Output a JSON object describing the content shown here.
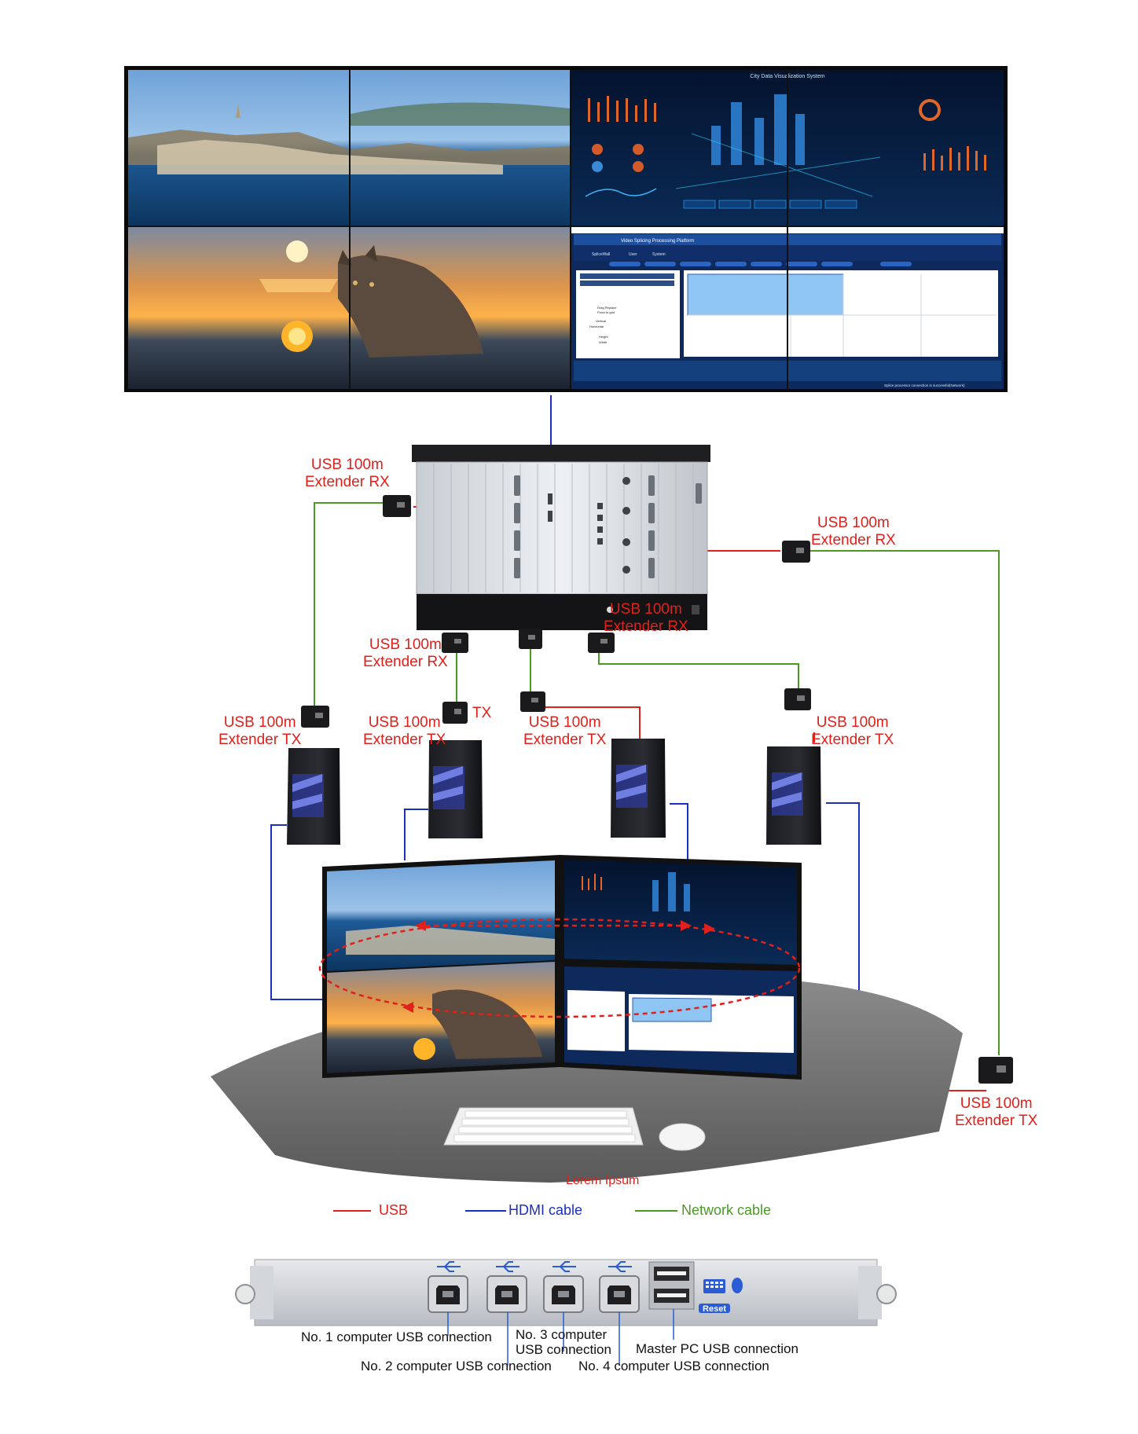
{
  "labels": {
    "rx_left": [
      "USB 100m",
      "Extender RX"
    ],
    "rx_right": [
      "USB 100m",
      "Extender RX"
    ],
    "rx_mid_left": [
      "USB 100m",
      "Extender RX"
    ],
    "rx_mid_right": [
      "USB 100m",
      "Extender RX"
    ],
    "tx_1": [
      "USB 100m",
      "Extender TX"
    ],
    "tx_2": [
      "USB 100m",
      "Extender TX"
    ],
    "tx_tag": "TX",
    "tx_3": [
      "USB 100m",
      "Extender TX"
    ],
    "tx_4": [
      "USB 100m",
      "Extender TX"
    ],
    "tx_master": [
      "USB 100m",
      "Extender TX"
    ],
    "desk_caption": "Lorem Ipsum"
  },
  "legend": {
    "usb": "USB",
    "hdmi": "HDMI cable",
    "network": "Network cable",
    "colors": {
      "usb": "#e0201b",
      "hdmi": "#1b2fc0",
      "network": "#4a9a24"
    }
  },
  "video_wall": {
    "dashboard_title": "City Data Visualization System",
    "platform_window_title": "Video Splicing Processing Platform",
    "platform_tabs": [
      "SpliceWall",
      "User",
      "System"
    ],
    "panel_items": [
      "Drag Replace",
      "Fixed to grid"
    ],
    "panel_fields": [
      "Vertical",
      "Horizontal",
      "Height",
      "Width"
    ],
    "status_text": "Splice processor connection is successful(Network)"
  },
  "card": {
    "reset_label": "Reset",
    "port1": "No. 1 computer USB connection",
    "port2": "No. 2 computer USB connection",
    "port3": [
      "No. 3 computer",
      "USB connection"
    ],
    "port4": "No. 4 computer USB connection",
    "master": "Master PC USB connection"
  }
}
